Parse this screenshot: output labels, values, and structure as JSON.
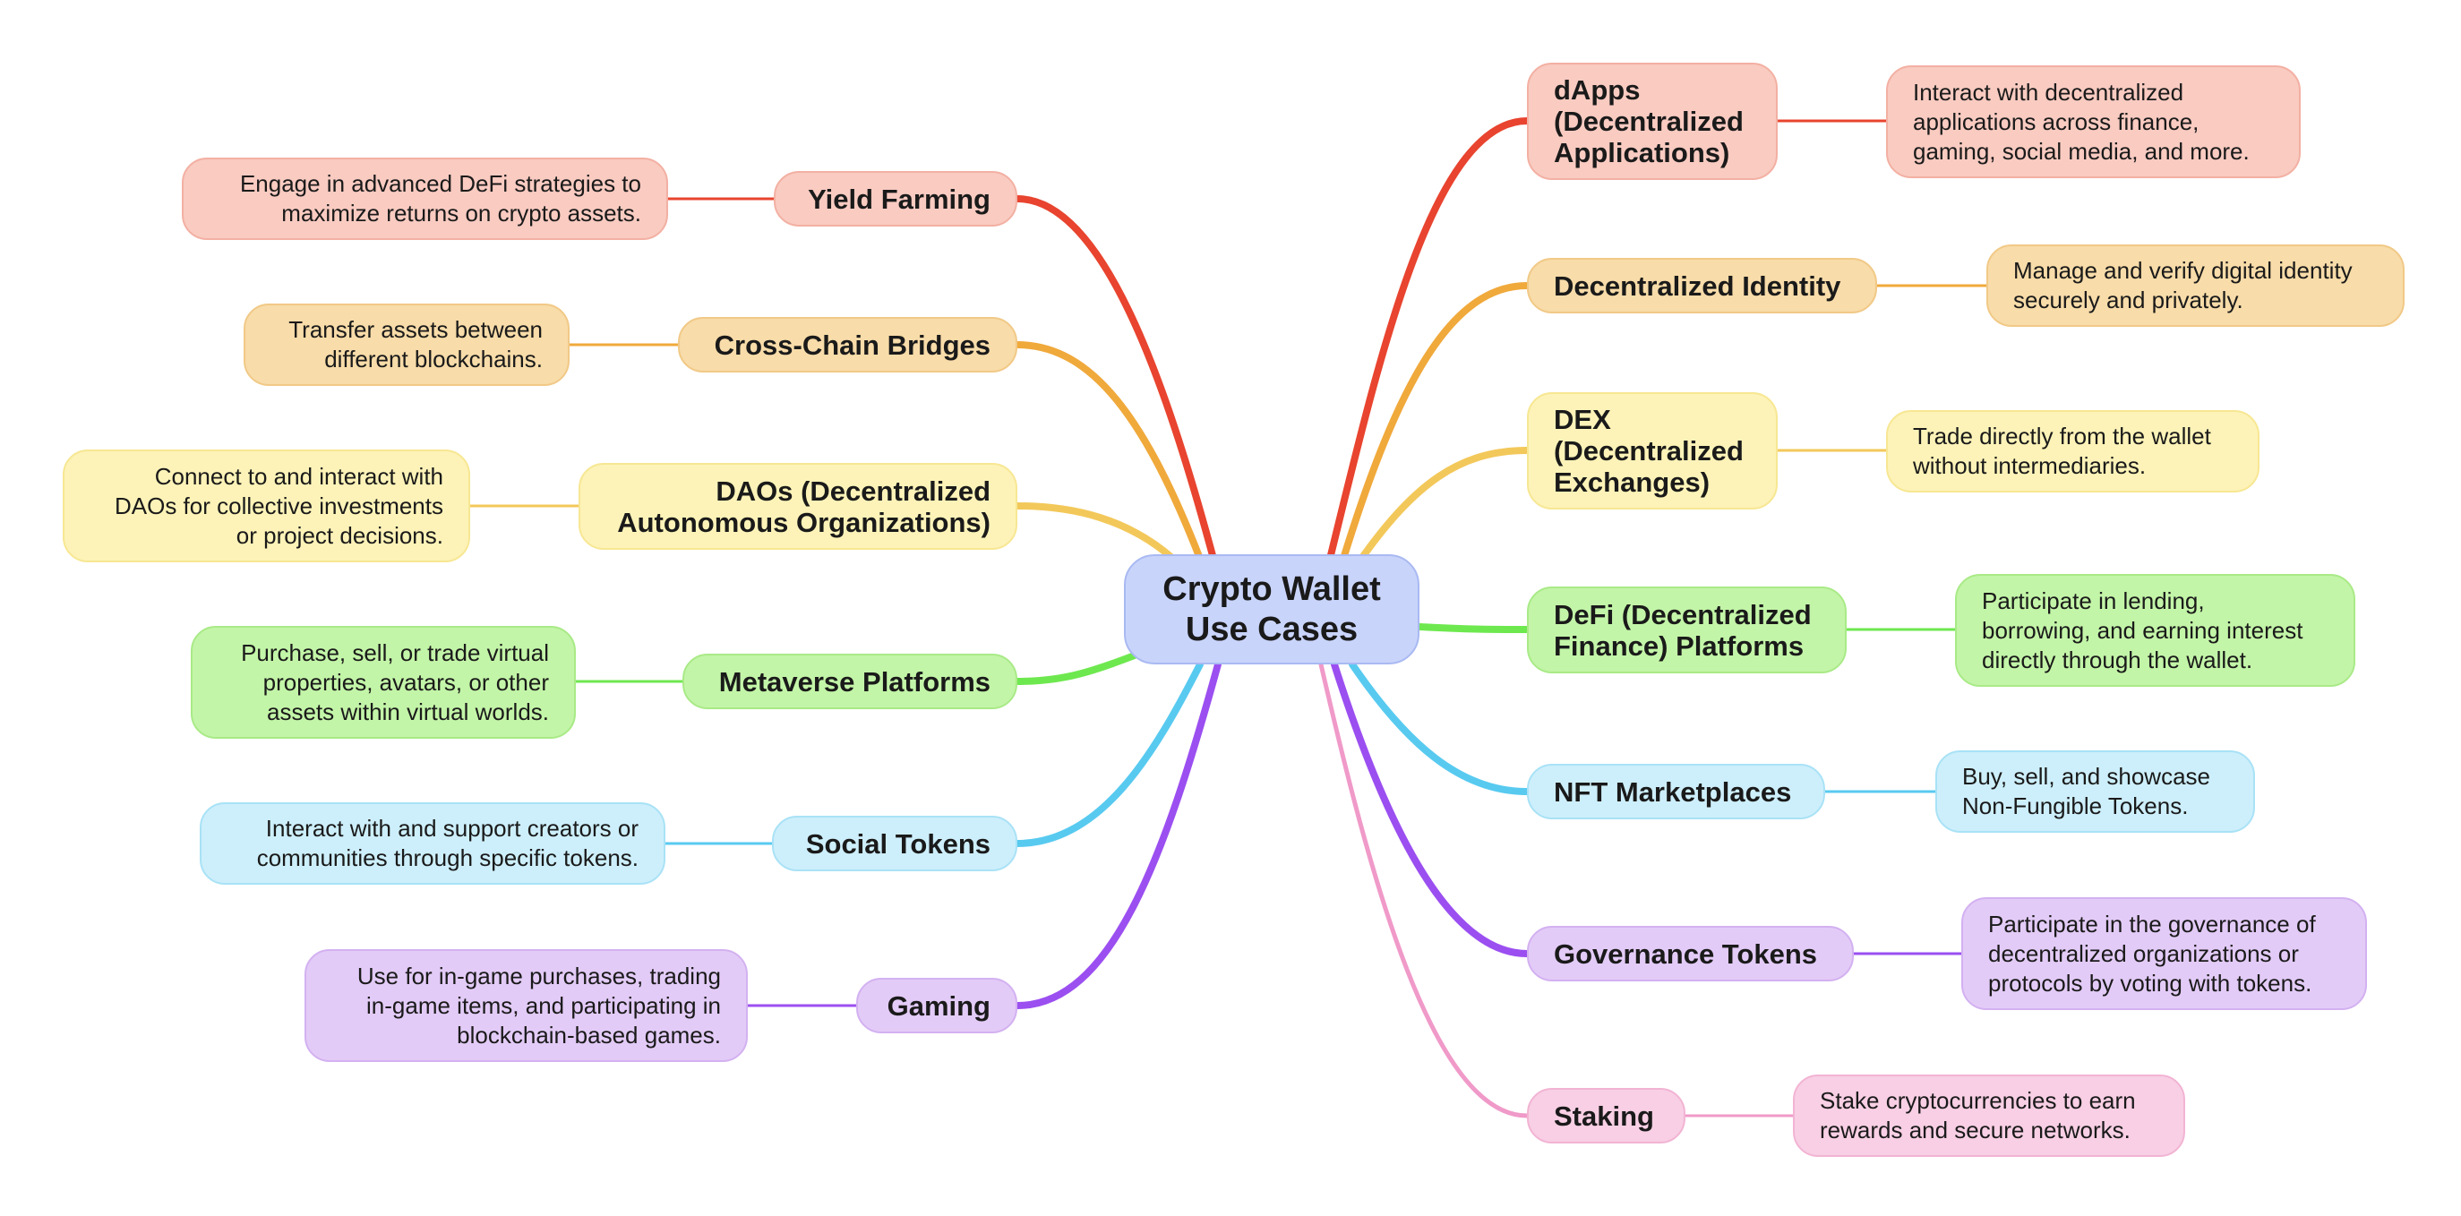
{
  "center": {
    "title": "Crypto Wallet\nUse Cases"
  },
  "colors": {
    "red": "#e8442f",
    "orange": "#f0a93b",
    "yellow": "#f3c85a",
    "green": "#6ee84f",
    "cyan": "#58caf0",
    "purple": "#9b4ff0",
    "pink": "#f09ac9"
  },
  "left_branches": [
    {
      "topic": "Yield Farming",
      "description": "Engage in advanced DeFi strategies to\nmaximize returns on crypto assets."
    },
    {
      "topic": "Cross-Chain Bridges",
      "description": "Transfer assets between\ndifferent blockchains."
    },
    {
      "topic": "DAOs (Decentralized\nAutonomous Organizations)",
      "description": "Connect to and interact with\nDAOs for collective investments\nor project decisions."
    },
    {
      "topic": "Metaverse Platforms",
      "description": "Purchase, sell, or trade virtual\nproperties, avatars, or other\nassets within virtual worlds."
    },
    {
      "topic": "Social Tokens",
      "description": "Interact with and support creators or\ncommunities through specific tokens."
    },
    {
      "topic": "Gaming",
      "description": "Use for in-game purchases, trading\nin-game items, and participating in\nblockchain-based games."
    }
  ],
  "right_branches": [
    {
      "topic": "dApps\n(Decentralized\nApplications)",
      "description": "Interact with decentralized\napplications across finance,\ngaming, social media, and more."
    },
    {
      "topic": "Decentralized Identity",
      "description": "Manage and verify digital identity\nsecurely and privately."
    },
    {
      "topic": "DEX\n(Decentralized\nExchanges)",
      "description": "Trade directly from the wallet\nwithout intermediaries."
    },
    {
      "topic": "DeFi (Decentralized\nFinance) Platforms",
      "description": "Participate in lending,\nborrowing, and earning interest\ndirectly through the wallet."
    },
    {
      "topic": "NFT Marketplaces",
      "description": "Buy, sell, and showcase\nNon-Fungible Tokens."
    },
    {
      "topic": "Governance Tokens",
      "description": "Participate in the governance of\ndecentralized organizations or\nprotocols by voting with tokens."
    },
    {
      "topic": "Staking",
      "description": "Stake cryptocurrencies to earn\nrewards and secure networks."
    }
  ]
}
